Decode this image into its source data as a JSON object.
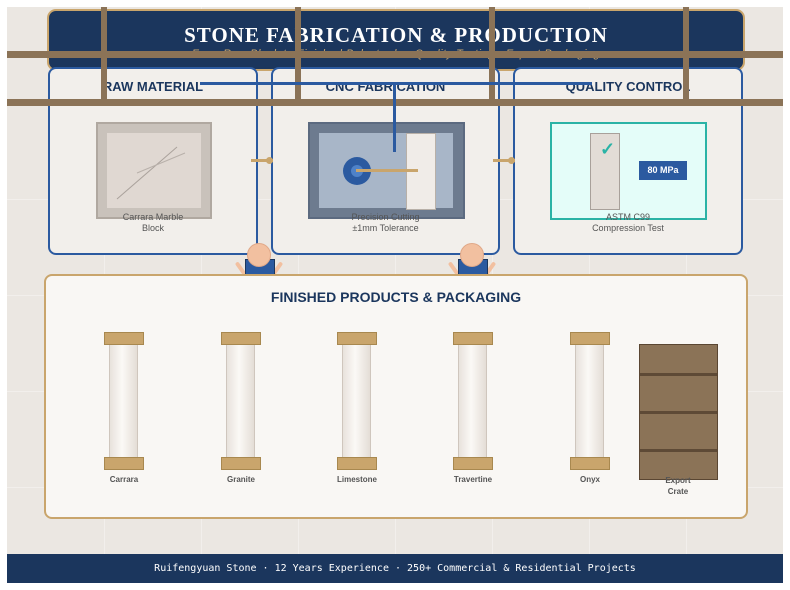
{
  "header": {
    "title": "STONE FABRICATION & PRODUCTION",
    "subtitle": "From Raw Block to Finished Balustrade · Quality Testing · Export Packaging"
  },
  "stages": [
    {
      "title": "RAW MATERIAL",
      "caption_line1": "Carrara Marble",
      "caption_line2": "Block"
    },
    {
      "title": "CNC FABRICATION",
      "caption_line1": "Precision Cutting",
      "caption_line2": "±1mm Tolerance"
    },
    {
      "title": "QUALITY CONTROL",
      "caption_line1": "ASTM C99",
      "caption_line2": "Compression Test",
      "badge": "80 MPa",
      "check_glyph": "✓"
    }
  ],
  "products": {
    "title": "FINISHED PRODUCTS & PACKAGING",
    "items": [
      "Carrara",
      "Granite",
      "Limestone",
      "Travertine",
      "Onyx"
    ],
    "crate_label_line1": "Export",
    "crate_label_line2": "Crate"
  },
  "footer": {
    "text": "Ruifengyuan Stone · 12 Years Experience · 250+ Commercial & Residential Projects"
  },
  "colors": {
    "navy": "#1b365d",
    "blue": "#2b5aa0",
    "gold": "#c9a56c",
    "wood": "#8b7357",
    "teal": "#2ab3a6"
  }
}
